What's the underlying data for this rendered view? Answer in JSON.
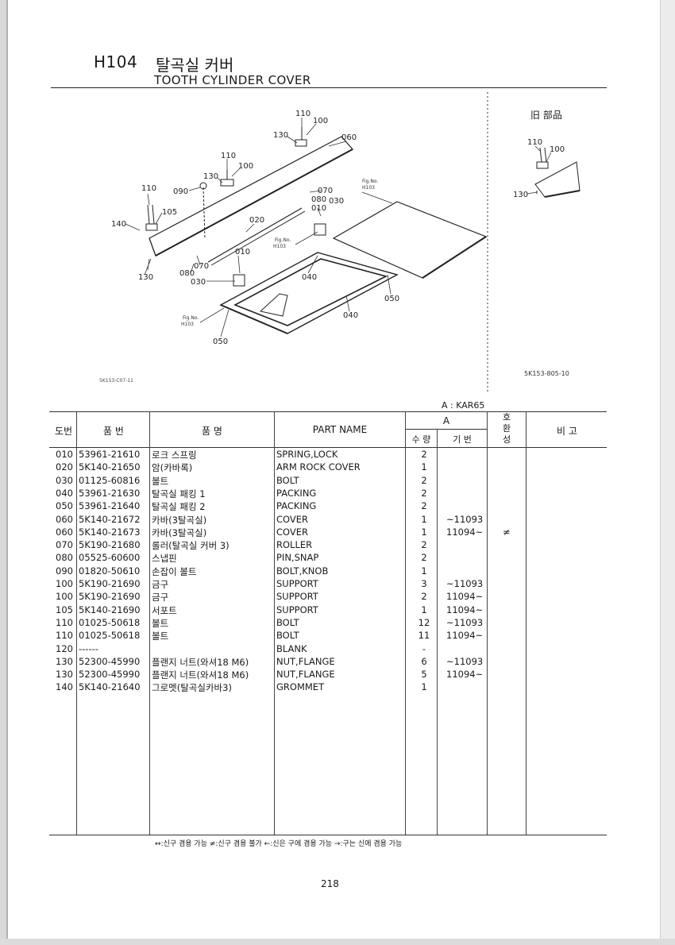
{
  "header": {
    "code": "H104",
    "title_ko": "탈곡실 커버",
    "title_en": "TOOTH CYLINDER COVER"
  },
  "diagram": {
    "old_parts_label": "旧 部品",
    "fig_code_left": "5K153-C07-11",
    "fig_code_right": "5K153-805-10",
    "callouts": [
      "110",
      "100",
      "130",
      "060",
      "110",
      "100",
      "130",
      "110",
      "090",
      "105",
      "070",
      "080",
      "030",
      "010",
      "020",
      "140",
      "010",
      "070",
      "080",
      "030",
      "130",
      "040",
      "050",
      "040",
      "050",
      "110",
      "100",
      "130"
    ],
    "fig_refs": [
      "Fig.No.\nH103",
      "Fig.No.\nH103",
      "Fig.No.\nH103"
    ]
  },
  "model_label": "A : KAR65",
  "table": {
    "headers": {
      "ref": "도번",
      "part_no": "품 번",
      "part_name_ko": "품 명",
      "part_name_en": "PART NAME",
      "model_col": "A",
      "qty": "수 량",
      "serial": "기 번",
      "exchange": "호\n환\n성",
      "remarks": "비 고"
    },
    "rows": [
      {
        "ref": "010",
        "part_no": "53961-21610",
        "name_ko": "로크 스프링",
        "name_en": "SPRING,LOCK",
        "qty": "2",
        "serial": "",
        "ex": ""
      },
      {
        "ref": "020",
        "part_no": "5K140-21650",
        "name_ko": "암(카바록)",
        "name_en": "ARM ROCK COVER",
        "qty": "1",
        "serial": "",
        "ex": ""
      },
      {
        "ref": "030",
        "part_no": "01125-60816",
        "name_ko": "볼트",
        "name_en": "BOLT",
        "qty": "2",
        "serial": "",
        "ex": ""
      },
      {
        "ref": "040",
        "part_no": "53961-21630",
        "name_ko": "탈곡실 패킹 1",
        "name_en": "PACKING",
        "qty": "2",
        "serial": "",
        "ex": ""
      },
      {
        "ref": "050",
        "part_no": "53961-21640",
        "name_ko": "탈곡실 패킹 2",
        "name_en": "PACKING",
        "qty": "2",
        "serial": "",
        "ex": ""
      },
      {
        "ref": "060",
        "part_no": "5K140-21672",
        "name_ko": "카바(3탈곡실)",
        "name_en": "COVER",
        "qty": "1",
        "serial": "~11093",
        "ex": ""
      },
      {
        "ref": "060",
        "part_no": "5K140-21673",
        "name_ko": "카바(3탈곡실)",
        "name_en": "COVER",
        "qty": "1",
        "serial": "11094~",
        "ex": "≠"
      },
      {
        "ref": "070",
        "part_no": "5K190-21680",
        "name_ko": "롤러(탈곡실 커버 3)",
        "name_en": "ROLLER",
        "qty": "2",
        "serial": "",
        "ex": ""
      },
      {
        "ref": "080",
        "part_no": "05525-60600",
        "name_ko": "스냅핀",
        "name_en": "PIN,SNAP",
        "qty": "2",
        "serial": "",
        "ex": ""
      },
      {
        "ref": "090",
        "part_no": "01820-50610",
        "name_ko": "손잡이 볼트",
        "name_en": "BOLT,KNOB",
        "qty": "1",
        "serial": "",
        "ex": ""
      },
      {
        "ref": "100",
        "part_no": "5K190-21690",
        "name_ko": "금구",
        "name_en": "SUPPORT",
        "qty": "3",
        "serial": "~11093",
        "ex": ""
      },
      {
        "ref": "100",
        "part_no": "5K190-21690",
        "name_ko": "금구",
        "name_en": "SUPPORT",
        "qty": "2",
        "serial": "11094~",
        "ex": ""
      },
      {
        "ref": "105",
        "part_no": "5K140-21690",
        "name_ko": "서포트",
        "name_en": "SUPPORT",
        "qty": "1",
        "serial": "11094~",
        "ex": ""
      },
      {
        "ref": "110",
        "part_no": "01025-50618",
        "name_ko": "볼트",
        "name_en": "BOLT",
        "qty": "12",
        "serial": "~11093",
        "ex": ""
      },
      {
        "ref": "110",
        "part_no": "01025-50618",
        "name_ko": "볼트",
        "name_en": "BOLT",
        "qty": "11",
        "serial": "11094~",
        "ex": ""
      },
      {
        "ref": "120",
        "part_no": "------",
        "name_ko": "",
        "name_en": "BLANK",
        "qty": "-",
        "serial": "",
        "ex": ""
      },
      {
        "ref": "130",
        "part_no": "52300-45990",
        "name_ko": "플랜지 너트(와셔18 M6)",
        "name_en": "NUT,FLANGE",
        "qty": "6",
        "serial": "~11093",
        "ex": ""
      },
      {
        "ref": "130",
        "part_no": "52300-45990",
        "name_ko": "플랜지 너트(와셔18 M6)",
        "name_en": "NUT,FLANGE",
        "qty": "5",
        "serial": "11094~",
        "ex": ""
      },
      {
        "ref": "140",
        "part_no": "5K140-21640",
        "name_ko": "그로멧(탈곡실카바3)",
        "name_en": "GROMMET",
        "qty": "1",
        "serial": "",
        "ex": ""
      }
    ]
  },
  "legend": "↔:신구 겸용 가능   ≠:신구 겸용 불가   ←:신은 구에 겸용 가능   →:구는 신에 겸용 가능",
  "page_number": "218"
}
